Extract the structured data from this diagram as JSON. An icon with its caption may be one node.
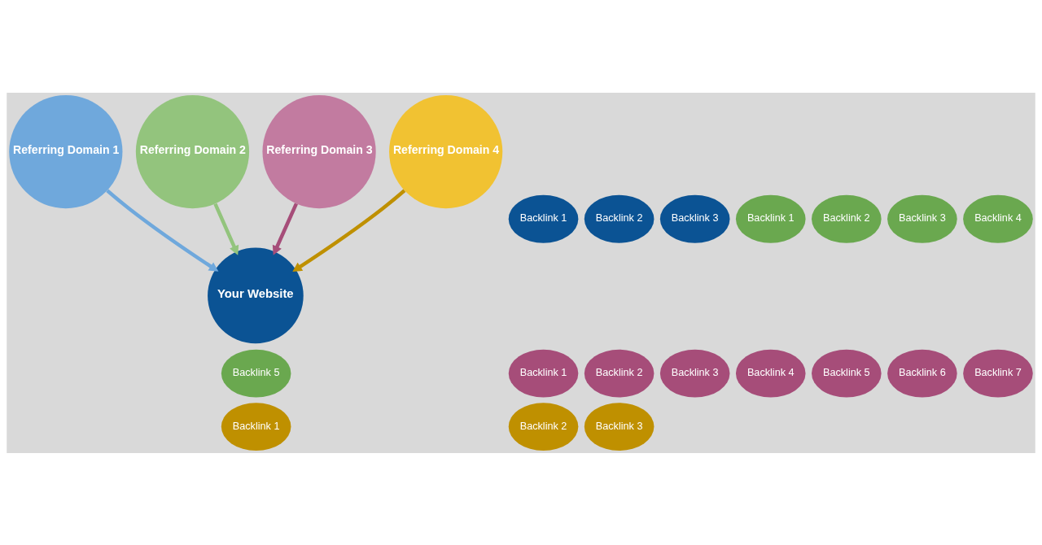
{
  "diagram": {
    "nodes": [
      {
        "text": [
          "Referring Domain 1"
        ]
      },
      {
        "text": [
          "Backlink 1"
        ]
      },
      {
        "text": [
          "Backlink 2"
        ]
      },
      {
        "text": [
          "Backlink 3"
        ]
      },
      {
        "text": [
          "Referring Domain 2"
        ]
      },
      {
        "text": [
          "Backlink 1"
        ]
      },
      {
        "text": [
          "Backlink 2"
        ]
      },
      {
        "text": [
          "Backlink 3"
        ]
      },
      {
        "text": [
          "Backlink 4"
        ]
      },
      {
        "text": [
          "Backlink 5"
        ]
      },
      {
        "text": [
          "Your Website"
        ]
      },
      {
        "text": [
          "Referring Domain 3"
        ]
      },
      {
        "text": [
          "Backlink 1"
        ]
      },
      {
        "text": [
          "Backlink 2"
        ]
      },
      {
        "text": [
          "Backlink 3"
        ]
      },
      {
        "text": [
          "Backlink 4"
        ]
      },
      {
        "text": [
          "Backlink 5"
        ]
      },
      {
        "text": [
          "Backlink 6"
        ]
      },
      {
        "text": [
          "Backlink 7"
        ]
      },
      {
        "text": [
          "Referring Domain 4"
        ]
      },
      {
        "text": [
          "Backlink 1"
        ]
      },
      {
        "text": [
          "Backlink 2"
        ]
      },
      {
        "text": [
          "Backlink 3"
        ]
      }
    ],
    "edges": [
      {
        "from": 0,
        "to": 10,
        "arrow": "to",
        "color": "#6fa8dc"
      },
      {
        "from": 4,
        "to": 10,
        "arrow": "to",
        "color": "#93c47d"
      },
      {
        "from": 11,
        "to": 10,
        "arrow": "to",
        "color": "#a64d79"
      },
      {
        "from": 19,
        "to": 10,
        "arrow": "to",
        "color": "#bf9000"
      }
    ]
  }
}
